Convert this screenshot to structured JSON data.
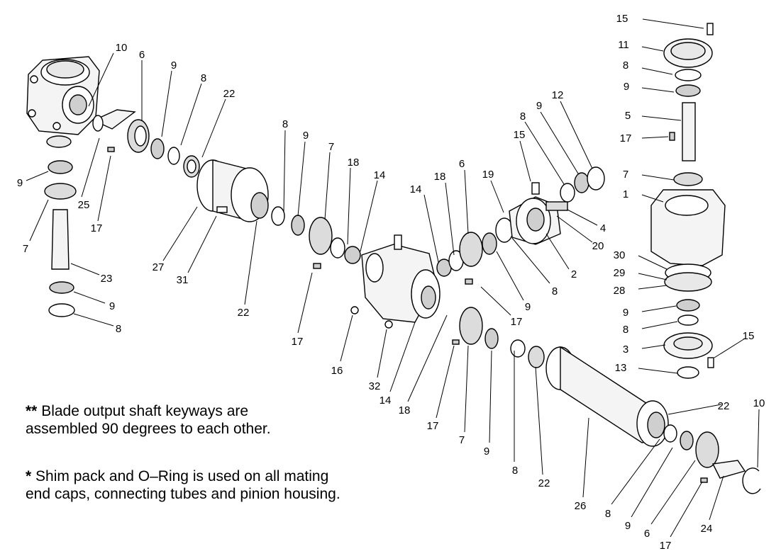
{
  "notes": {
    "keyways": {
      "marker": "**",
      "text": "Blade output shaft keyways are assembled 90 degrees to each other."
    },
    "shim": {
      "marker": "*",
      "text": "Shim pack and O–Ring is used on all mating end caps, connecting tubes and pinion housing."
    }
  },
  "callouts": [
    "10",
    "6",
    "9",
    "8",
    "22",
    "9",
    "25",
    "17",
    "7",
    "23",
    "9",
    "8",
    "8",
    "9",
    "7",
    "18",
    "14",
    "27",
    "31",
    "22",
    "17",
    "16",
    "32",
    "14",
    "18",
    "6",
    "19",
    "15",
    "8",
    "9",
    "12",
    "4",
    "20",
    "2",
    "8",
    "9",
    "17",
    "14",
    "18",
    "17",
    "7",
    "9",
    "8",
    "22",
    "26",
    "15",
    "11",
    "8",
    "9",
    "5",
    "17",
    "7",
    "1",
    "30",
    "29",
    "28",
    "9",
    "8",
    "3",
    "13",
    "15",
    "22",
    "10",
    "8",
    "9",
    "6",
    "17",
    "24"
  ],
  "colors": {
    "ink": "#000000",
    "paper": "#ffffff",
    "shade": "#cfcfcf"
  }
}
